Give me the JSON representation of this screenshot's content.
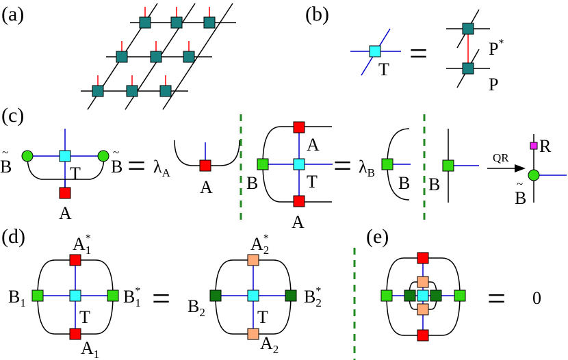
{
  "panels": {
    "a": {
      "label": "(a)"
    },
    "b": {
      "label": "(b)",
      "T": "T",
      "P": "P",
      "Pstar_base": "P",
      "Pstar_sup": "*"
    },
    "c": {
      "label": "(c)",
      "Btilde": "B",
      "T": "T",
      "A": "A",
      "lambdaA_base": "λ",
      "lambdaA_sub": "A",
      "B": "B",
      "lambdaB_base": "λ",
      "lambdaB_sub": "B",
      "qr": "QR",
      "R": "R",
      "tilde": "~"
    },
    "d": {
      "label": "(d)",
      "A1_base": "A",
      "A1_sub": "1",
      "A1star_sup": "*",
      "B1_base": "B",
      "B1_sub": "1",
      "B1star_sup": "*",
      "A2_base": "A",
      "A2_sub": "2",
      "A2star_sup": "*",
      "B2_base": "B",
      "B2_sub": "2",
      "B2star_sup": "*",
      "T": "T"
    },
    "e": {
      "label": "(e)",
      "zero": "0"
    }
  },
  "colors": {
    "teal": "#1a7f7f",
    "cyan": "#33ffff",
    "red": "#ff0000",
    "green": "#33dd11",
    "darkgreen": "#117711",
    "peach": "#ffaa77",
    "magenta": "#ee22ee",
    "blue": "#0000cc",
    "dashed": "#228822"
  },
  "equals": "="
}
